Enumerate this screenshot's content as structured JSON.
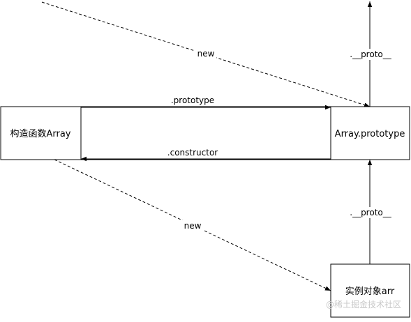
{
  "nodes": {
    "constructor": "构造函数Array",
    "prototype": "Array.prototype",
    "instance": "实例对象arr"
  },
  "edges": {
    "prototype": ".prototype",
    "constructor": ".constructor",
    "new_top": "new",
    "new_bottom": "new",
    "proto_top": ".__proto__",
    "proto_bottom": ".__proto__"
  },
  "watermark": "@稀土掘金技术社区"
}
